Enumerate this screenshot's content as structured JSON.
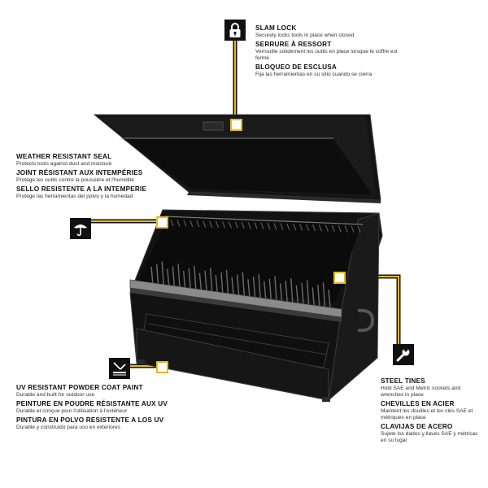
{
  "colors": {
    "accent_line": "#e8b820",
    "box": "#121212",
    "icon_bg": "#111111"
  },
  "slam_lock": {
    "icon": "lock-icon",
    "title_en": "SLAM LOCK",
    "desc_en": "Securely locks tools in place when closed",
    "title_fr": "SERRURE À RESSORT",
    "desc_fr": "Verrouille solidement les outils en place lorsque le coffre est fermé",
    "title_es": "BLOQUEO DE ESCLUSA",
    "desc_es": "Fija las herramientas en su sitio cuando se cierra"
  },
  "weather_seal": {
    "icon": "umbrella-icon",
    "title_en": "WEATHER RESISTANT SEAL",
    "desc_en": "Protects tools against dust and moisture",
    "title_fr": "JOINT RÉSISTANT AUX INTEMPÉRIES",
    "desc_fr": "Protège les outils contre la poussière et l'humidité",
    "title_es": "SELLO RESISTENTE A LA INTEMPERIE",
    "desc_es": "Protege las herramientas del polvo y la humedad"
  },
  "uv_paint": {
    "icon": "uv-resistant-icon",
    "title_en": "UV RESISTANT POWDER COAT PAINT",
    "desc_en": "Durable and built for outdoor use",
    "title_fr": "PEINTURE EN POUDRE RÉSISTANTE AUX UV",
    "desc_fr": "Durable et conçue pour l'utilisation à l'extérieur",
    "title_es": "PINTURA EN POLVO RESISTENTE A LOS UV",
    "desc_es": "Durable y construido para uso en exteriores"
  },
  "steel_tines": {
    "icon": "wrench-icon",
    "title_en": "STEEL TINES",
    "desc_en": "Hold SAE and Metric sockets and wrenches in place",
    "title_fr": "CHEVILLES EN ACIER",
    "desc_fr": "Maintent les douilles et les clés SAE et métriques en place",
    "title_es": "CLAVIJAS DE ACERO",
    "desc_es": "Sujete los dados y llaves SAE y métricas en su lugar"
  }
}
